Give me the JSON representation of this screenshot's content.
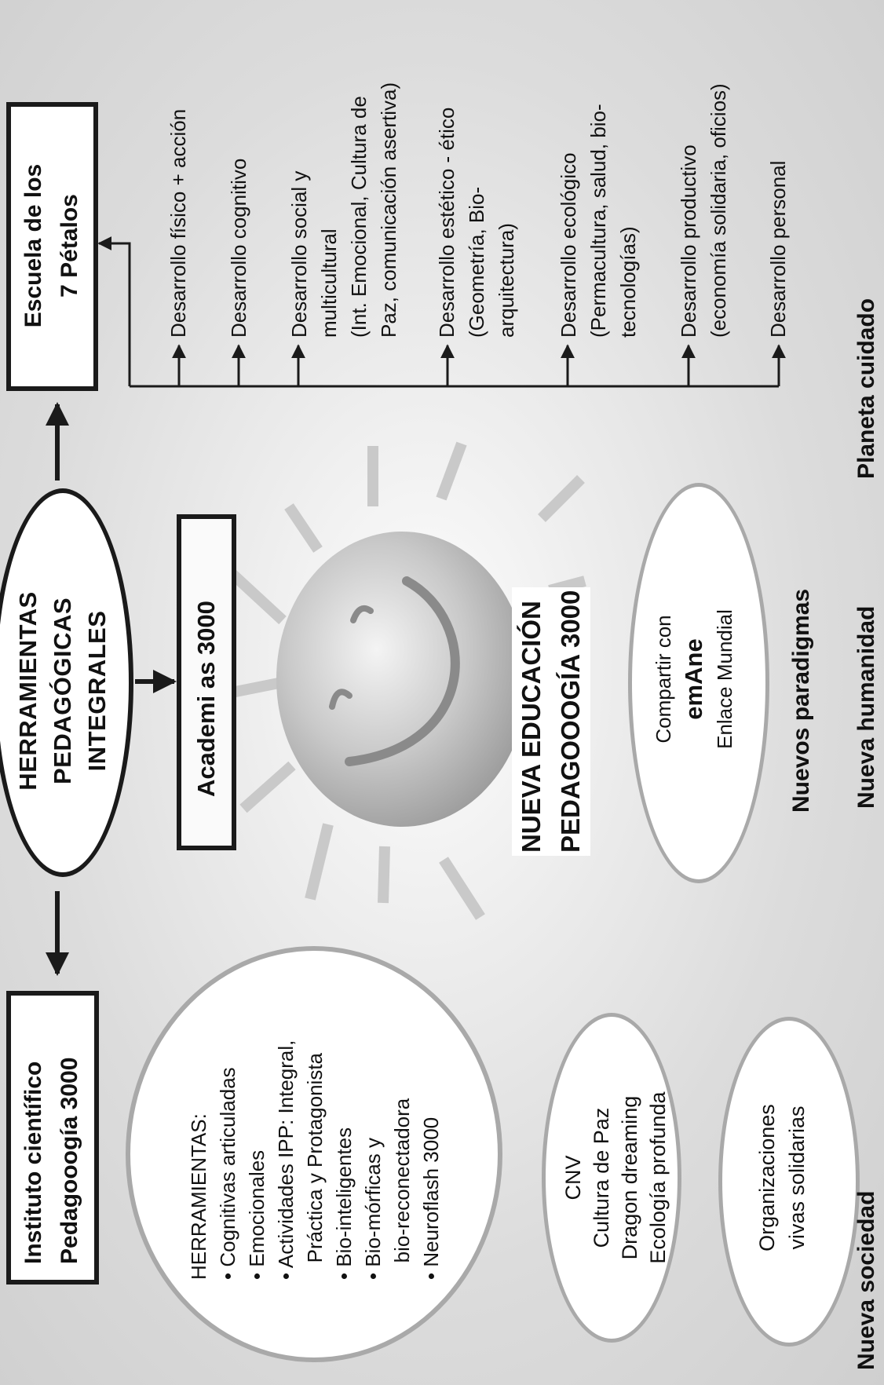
{
  "center": {
    "title_line1": "HERRAMIENTAS",
    "title_line2": "PEDAGÓGICAS",
    "title_line3": "INTEGRALES"
  },
  "escuela": {
    "title_line1": "Escuela de los",
    "title_line2": "7 Pétalos"
  },
  "academias": {
    "title": "Academi as 3000"
  },
  "instituto": {
    "title_line1": "Instituto científico",
    "title_line2": "Pedagooogía 3000"
  },
  "petalos": [
    {
      "lines": [
        "Desarrollo físico + acción"
      ]
    },
    {
      "lines": [
        "Desarrollo cognitivo"
      ]
    },
    {
      "lines": [
        "Desarrollo social y",
        "multicultural",
        "(Int. Emocional, Cultura de",
        "Paz, comunicación asertiva)"
      ]
    },
    {
      "lines": [
        "Desarrollo estético - ético",
        "(Geometría, Bio-",
        "arquitectura)"
      ]
    },
    {
      "lines": [
        "Desarrollo ecológico",
        "(Permacultura, salud, bio-",
        "tecnologías)"
      ]
    },
    {
      "lines": [
        "Desarrollo productivo",
        "(economía solidaria, oficios)"
      ]
    },
    {
      "lines": [
        "Desarrollo personal"
      ]
    }
  ],
  "nueva_educacion": {
    "line1": "NUEVA EDUCACIÓN",
    "line2": "PEDAGOOOGÍA 3000"
  },
  "herramientas": {
    "heading": "HERRAMIENTAS:",
    "items": [
      {
        "lines": [
          "Cognitivas articuladas"
        ]
      },
      {
        "lines": [
          "Emocionales"
        ]
      },
      {
        "lines": [
          "Actividades IPP: Integral,",
          "Práctica y Protagonista"
        ]
      },
      {
        "lines": [
          "Bio-inteligentes"
        ]
      },
      {
        "lines": [
          "Bio-mórficas y",
          "bio-reconectadora"
        ]
      },
      {
        "lines": [
          "Neuroflash 3000"
        ]
      }
    ]
  },
  "cnv": {
    "lines": [
      "CNV",
      "Cultura de Paz",
      "Dragon dreaming",
      "Ecología profunda"
    ]
  },
  "organizaciones": {
    "lines": [
      "Organizaciones",
      "vivas solidarias"
    ]
  },
  "emane": {
    "line1": "Compartir con",
    "line2": "emAne",
    "line3": "Enlace Mundial"
  },
  "nuevos_paradigmas": "Nuevos paradigmas",
  "bottom": {
    "sociedad": "Nueva sociedad",
    "humanidad": "Nueva humanidad",
    "planeta": "Planeta cuidado"
  }
}
